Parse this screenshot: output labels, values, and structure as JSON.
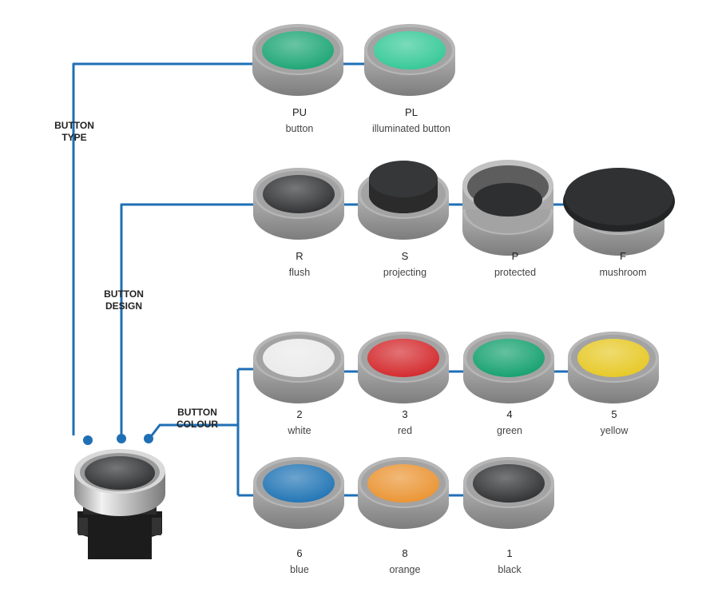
{
  "categories": {
    "type": [
      "BUTTON",
      "TYPE"
    ],
    "design": [
      "BUTTON",
      "DESIGN"
    ],
    "colour": [
      "BUTTON",
      "COLOUR"
    ]
  },
  "button_type": [
    {
      "code": "PU",
      "name": "button",
      "color": "#1aa574"
    },
    {
      "code": "PL",
      "name": "illuminated button",
      "color": "#33c896"
    }
  ],
  "button_design": [
    {
      "code": "R",
      "name": "flush"
    },
    {
      "code": "S",
      "name": "projecting"
    },
    {
      "code": "P",
      "name": "protected"
    },
    {
      "code": "F",
      "name": "mushroom"
    }
  ],
  "button_colour": [
    {
      "code": "2",
      "name": "white",
      "color": "#eaeaea"
    },
    {
      "code": "3",
      "name": "red",
      "color": "#d3272a"
    },
    {
      "code": "4",
      "name": "green",
      "color": "#12a06d"
    },
    {
      "code": "5",
      "name": "yellow",
      "color": "#e6c823"
    },
    {
      "code": "6",
      "name": "blue",
      "color": "#1e73b4"
    },
    {
      "code": "8",
      "name": "orange",
      "color": "#ea9330"
    },
    {
      "code": "1",
      "name": "black",
      "color": "#2e2f31"
    }
  ],
  "colors": {
    "line": "#1f6fb5",
    "bezel": "#9b9b9b",
    "black_cap": "#2e2f31"
  }
}
